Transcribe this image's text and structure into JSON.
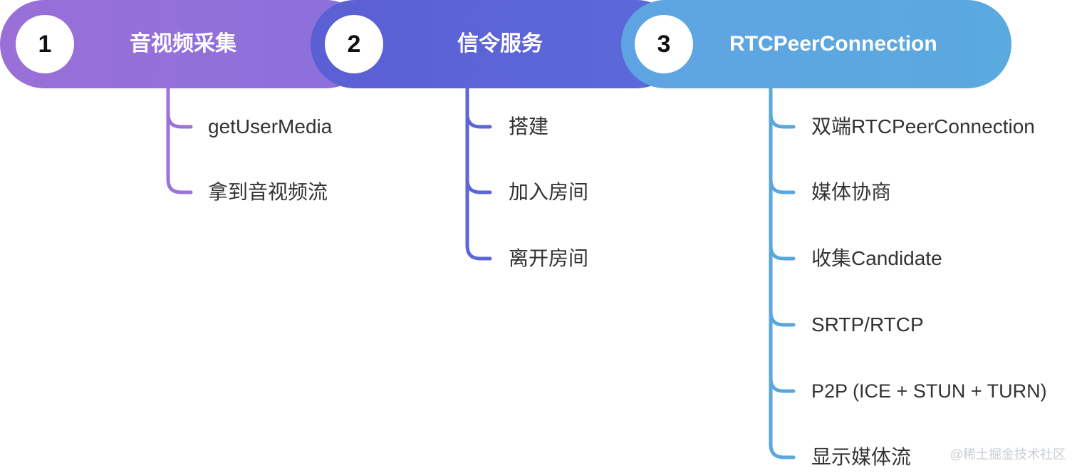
{
  "stages": [
    {
      "number": "1",
      "title": "音视频采集",
      "color": "#8f6fd9",
      "items": [
        "getUserMedia",
        "拿到音视频流"
      ]
    },
    {
      "number": "2",
      "title": "信令服务",
      "color": "#5c66d6",
      "items": [
        "搭建",
        "加入房间",
        "离开房间"
      ]
    },
    {
      "number": "3",
      "title": "RTCPeerConnection",
      "color": "#5aa7e0",
      "items": [
        "双端RTCPeerConnection",
        "媒体协商",
        "收集Candidate",
        "SRTP/RTCP",
        "P2P (ICE + STUN + TURN)",
        "显示媒体流"
      ]
    }
  ],
  "watermark": "@稀土掘金技术社区"
}
